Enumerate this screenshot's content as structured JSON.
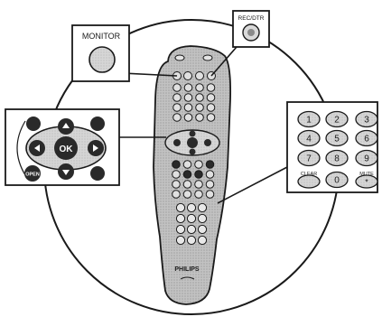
{
  "callouts": {
    "monitor": {
      "label": "MONITOR"
    },
    "rec_dtr": {
      "label": "REC/DTR"
    },
    "navigation": {
      "ok_label": "OK",
      "open_label": "OPEN"
    },
    "keypad": {
      "keys": [
        "1",
        "2",
        "3",
        "4",
        "5",
        "6",
        "7",
        "8",
        "9",
        "0"
      ],
      "clear_label": "CLEAR",
      "mute_label": "MUTE",
      "mute_symbol": "*"
    }
  },
  "remote": {
    "brand": "PHILIPS"
  },
  "colors": {
    "outline": "#1a1a1a",
    "remote_body": "#b8b8b8",
    "button_fill": "#c9c9c9",
    "dark_button": "#2a2a2a",
    "callout_fill": "#cccccc"
  }
}
